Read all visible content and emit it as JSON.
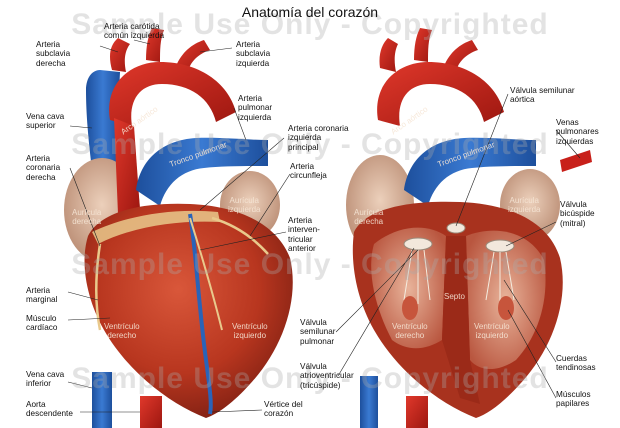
{
  "title": "Anatomía del corazón",
  "watermark": "Sample Use Only - Copyrighted",
  "left_labels": {
    "arteria_carotida": "Arteria carótida\ncomún izquierda",
    "arteria_subclavia_derecha": "Arteria\nsubclavia\nderecha",
    "arteria_subclavia_izquierda": "Arteria\nsubclavia\nizquierda",
    "arteria_pulmonar_izquierda": "Arteria\npulmonar\nizquierda",
    "vena_cava_superior": "Vena cava\nsuperior",
    "arteria_coronaria_izquierda": "Arteria coronaria\nizquierda\nprincipal",
    "arteria_coronaria_derecha": "Arteria\ncoronaria\nderecha",
    "arteria_circunfleja": "Arteria\ncircunfleja",
    "arteria_interventricular": "Arteria\ninterven-\ntricular\nanterior",
    "arteria_marginal": "Arteria\nmarginal",
    "musculo_cardiaco": "Músculo\ncardíaco",
    "vena_cava_inferior": "Vena cava\ninferior",
    "aorta_descendente": "Aorta\ndescendente",
    "vertice": "Vértice del\ncorazón"
  },
  "right_labels": {
    "valvula_semilunar_aortica": "Válvula semilunar\naórtica",
    "venas_pulmonares": "Venas\npulmonares\nizquierdas",
    "valvula_bicuspide": "Válvula\nbicúspide\n(mitral)",
    "valvula_semilunar_pulmonar": "Válvula\nsemilunar\npulmonar",
    "valvula_tricuspide": "Válvula\natrioventricular\n(tricúspide)",
    "cuerdas_tendinosas": "Cuerdas\ntendinosas",
    "musculos_papilares": "Músculos\npapilares"
  },
  "on_image_left": {
    "arco_aortico": "Arco aórtico",
    "tronco_pulmonar": "Tronco pulmonar",
    "auricula_derecha": "Aurícula\nderecha",
    "auricula_izquierda": "Aurícula\nizquierda",
    "ventriculo_derecho": "Ventrículo\nderecho",
    "ventriculo_izquierdo": "Ventrículo\nizquierdo"
  },
  "on_image_right": {
    "arco_aortico": "Arco aórtico",
    "tronco_pulmonar": "Tronco pulmonar",
    "auricula_derecha": "Aurícula\nderecha",
    "auricula_izquierda": "Aurícula\nizquierda",
    "septo": "Septo",
    "ventriculo_derecho": "Ventrículo\nderecho",
    "ventriculo_izquierdo": "Ventrículo\nizquierdo"
  },
  "colors": {
    "artery_red": "#c8201a",
    "vein_blue": "#2a63b8",
    "muscle": "#b8361f",
    "fat": "#e6c79a",
    "atrium": "#d9b39a"
  }
}
